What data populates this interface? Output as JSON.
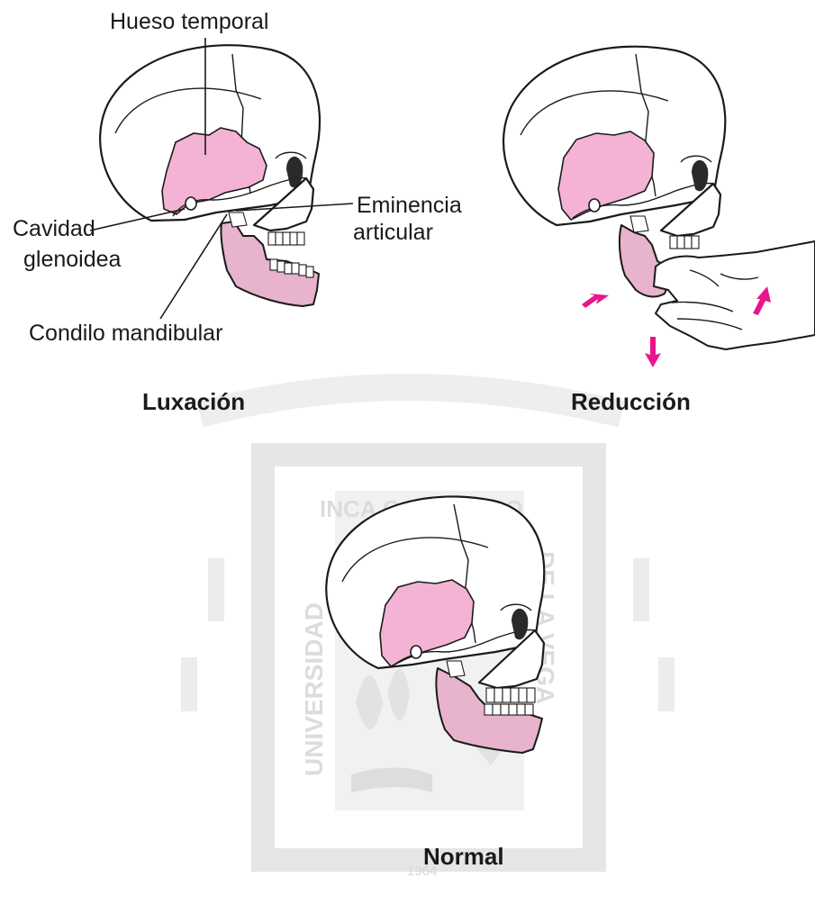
{
  "labels": {
    "hueso_temporal": "Hueso temporal",
    "eminencia_line1": "Eminencia",
    "eminencia_line2": "articular",
    "cavidad_line1": "Cavidad",
    "cavidad_line2": "glenoidea",
    "condilo": "Condilo mandibular"
  },
  "panels": {
    "luxacion": "Luxación",
    "reduccion": "Reducción",
    "normal": "Normal"
  },
  "watermark": {
    "top": "INCA GARCILASO",
    "left": "UNIVERSIDAD",
    "right": "DE LA VEGA",
    "year": "1964"
  },
  "colors": {
    "temporal_bone": "#f4b3d5",
    "mandible": "#e8b3cc",
    "arrows": "#e8168a",
    "watermark": "#dcdcdc"
  }
}
